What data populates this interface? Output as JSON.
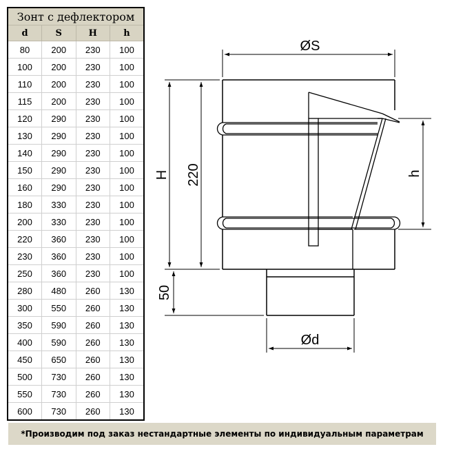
{
  "table": {
    "title": "Зонт с дефлектором",
    "headers": [
      "d",
      "S",
      "H",
      "h"
    ],
    "rows": [
      [
        "80",
        "200",
        "230",
        "100"
      ],
      [
        "100",
        "200",
        "230",
        "100"
      ],
      [
        "110",
        "200",
        "230",
        "100"
      ],
      [
        "115",
        "200",
        "230",
        "100"
      ],
      [
        "120",
        "290",
        "230",
        "100"
      ],
      [
        "130",
        "290",
        "230",
        "100"
      ],
      [
        "140",
        "290",
        "230",
        "100"
      ],
      [
        "150",
        "290",
        "230",
        "100"
      ],
      [
        "160",
        "290",
        "230",
        "100"
      ],
      [
        "180",
        "330",
        "230",
        "100"
      ],
      [
        "200",
        "330",
        "230",
        "100"
      ],
      [
        "220",
        "360",
        "230",
        "100"
      ],
      [
        "230",
        "360",
        "230",
        "100"
      ],
      [
        "250",
        "360",
        "230",
        "100"
      ],
      [
        "280",
        "480",
        "260",
        "130"
      ],
      [
        "300",
        "550",
        "260",
        "130"
      ],
      [
        "350",
        "590",
        "260",
        "130"
      ],
      [
        "400",
        "590",
        "260",
        "130"
      ],
      [
        "450",
        "650",
        "260",
        "130"
      ],
      [
        "500",
        "730",
        "260",
        "130"
      ],
      [
        "550",
        "730",
        "260",
        "130"
      ],
      [
        "600",
        "730",
        "260",
        "130"
      ]
    ]
  },
  "diagram": {
    "label_S": "ØS",
    "label_H": "H",
    "label_220": "220",
    "label_h": "h",
    "label_50": "50",
    "label_d": "Ød"
  },
  "footnote": "*Производим под заказ нестандартные элементы по индивидуальным параметрам",
  "colors": {
    "header_bg": "#d8d4c3",
    "footnote_bg": "#dcd8c8",
    "line": "#000000"
  }
}
